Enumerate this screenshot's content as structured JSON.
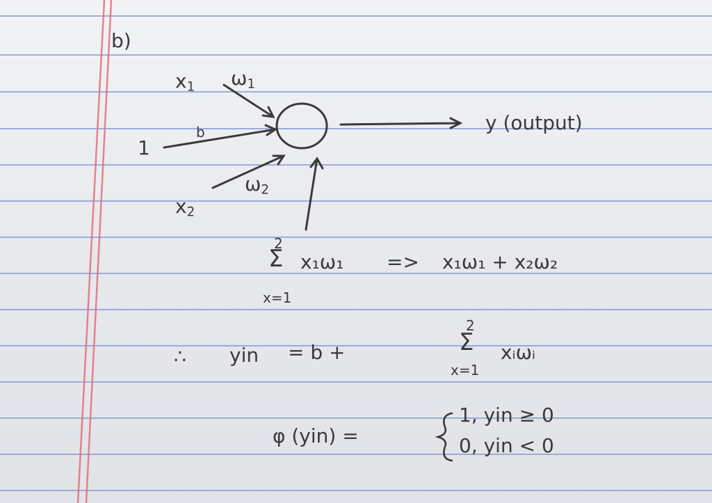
{
  "part_label": "b)",
  "neuron": {
    "input_x1": "x",
    "input_x1_sub": "1",
    "weight_w1": "ω",
    "weight_w1_sub": "1",
    "bias_label": "b",
    "bias_input": "1",
    "input_x2": "x",
    "input_x2_sub": "2",
    "weight_w2": "ω",
    "weight_w2_sub": "2",
    "output_label": "y (output)"
  },
  "equations": {
    "sum_upper": "2",
    "sum_lower": "x=1",
    "sum_term": "x₁ω₁",
    "implies": "=>",
    "expansion": "x₁ω₁ + x₂ω₂",
    "therefore": "∴",
    "yin_lhs": "yin",
    "yin_rhs": "= b +",
    "sum2_upper": "2",
    "sum2_lower": "x=1",
    "sum2_term": "xᵢωᵢ",
    "phi_lhs": "φ (yin) =",
    "case1": "1, yin ≥ 0",
    "case2": "0, yin < 0"
  },
  "colors": {
    "ink": "#3a3a3a",
    "rule_line": "#7f98d4",
    "margin_line": "#e46f7a"
  }
}
